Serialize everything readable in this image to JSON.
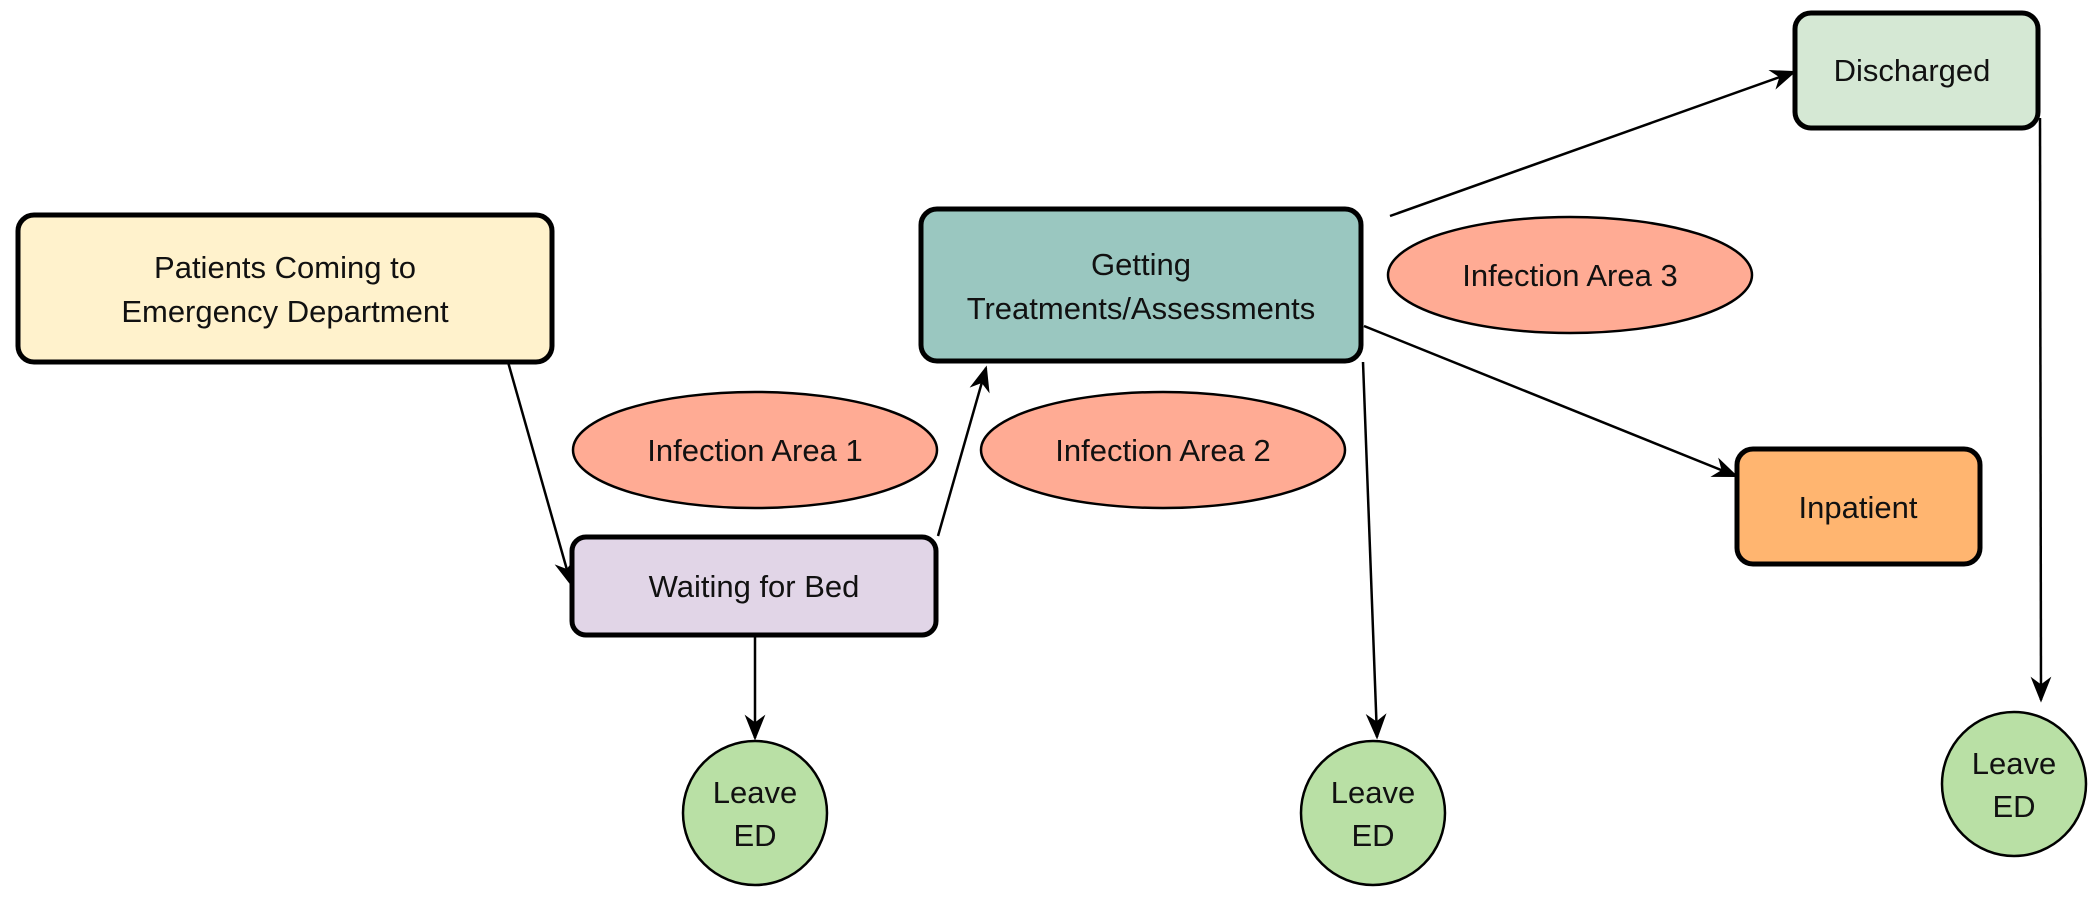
{
  "diagram": {
    "type": "flowchart",
    "title": "",
    "nodes": {
      "patients": {
        "lines": [
          "Patients Coming to",
          "Emergency Department"
        ],
        "shape": "rounded-rect",
        "fill": "#fff2cc"
      },
      "waiting": {
        "lines": [
          "Waiting for Bed"
        ],
        "shape": "rounded-rect",
        "fill": "#e1d5e7"
      },
      "treatments": {
        "lines": [
          "Getting",
          "Treatments/Assessments"
        ],
        "shape": "rounded-rect",
        "fill": "#9ac7c0"
      },
      "discharged": {
        "lines": [
          "Discharged"
        ],
        "shape": "rounded-rect",
        "fill": "#d5e8d4"
      },
      "inpatient": {
        "lines": [
          "Inpatient"
        ],
        "shape": "rounded-rect",
        "fill": "#ffb570"
      },
      "infection1": {
        "lines": [
          "Infection Area 1"
        ],
        "shape": "ellipse",
        "fill": "#ffab94"
      },
      "infection2": {
        "lines": [
          "Infection Area 2"
        ],
        "shape": "ellipse",
        "fill": "#ffab94"
      },
      "infection3": {
        "lines": [
          "Infection Area 3"
        ],
        "shape": "ellipse",
        "fill": "#ffab94"
      },
      "leave1": {
        "lines": [
          "Leave",
          "ED"
        ],
        "shape": "circle",
        "fill": "#b9e0a5"
      },
      "leave2": {
        "lines": [
          "Leave",
          "ED"
        ],
        "shape": "circle",
        "fill": "#b9e0a5"
      },
      "leave3": {
        "lines": [
          "Leave",
          "ED"
        ],
        "shape": "circle",
        "fill": "#b9e0a5"
      }
    },
    "edges": [
      {
        "from": "patients",
        "to": "waiting"
      },
      {
        "from": "waiting",
        "to": "treatments"
      },
      {
        "from": "waiting",
        "to": "leave1"
      },
      {
        "from": "treatments",
        "to": "discharged"
      },
      {
        "from": "treatments",
        "to": "inpatient"
      },
      {
        "from": "treatments",
        "to": "leave2"
      },
      {
        "from": "discharged",
        "to": "leave3"
      }
    ]
  }
}
